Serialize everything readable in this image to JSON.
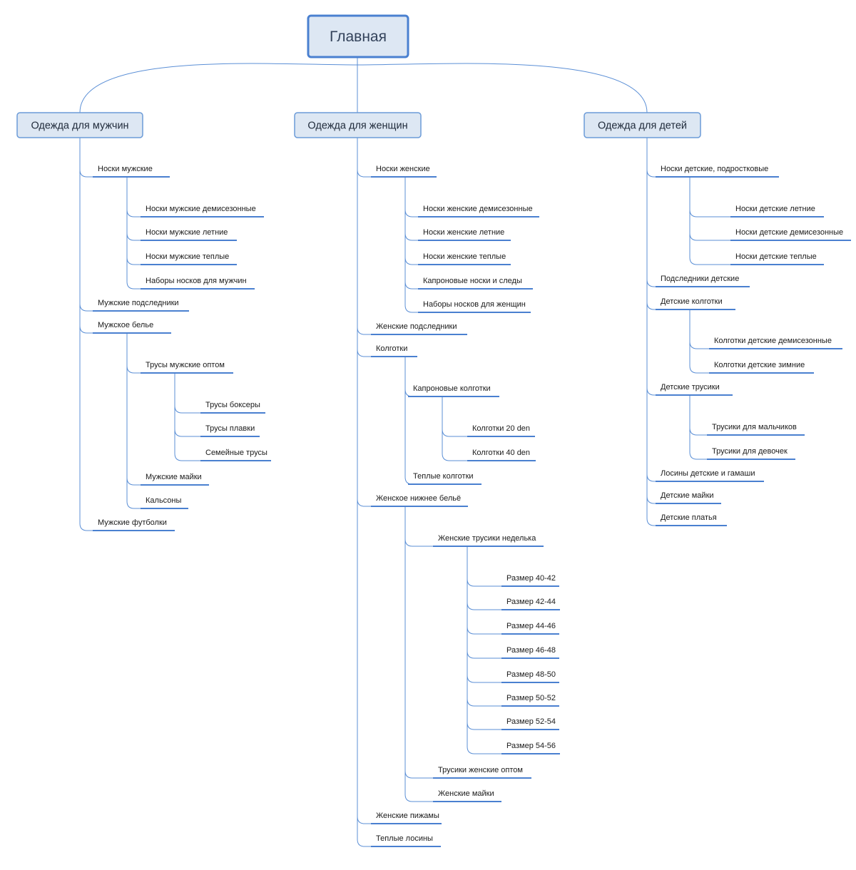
{
  "root": {
    "id": "root",
    "label": "Главная"
  },
  "nodes": [
    {
      "id": "m",
      "label": "Одежда для мужчин"
    },
    {
      "id": "w",
      "label": "Одежда для женщин"
    },
    {
      "id": "k",
      "label": "Одежда для детей"
    },
    {
      "id": "m1",
      "label": "Носки мужские"
    },
    {
      "id": "m1a",
      "label": "Носки мужские демисезонные"
    },
    {
      "id": "m1b",
      "label": "Носки мужские летние"
    },
    {
      "id": "m1c",
      "label": "Носки мужские теплые"
    },
    {
      "id": "m1d",
      "label": "Наборы носков для мужчин"
    },
    {
      "id": "m2",
      "label": "Мужские подследники"
    },
    {
      "id": "m3",
      "label": "Мужское белье"
    },
    {
      "id": "m3a",
      "label": "Трусы мужские оптом"
    },
    {
      "id": "m3a1",
      "label": "Трусы боксеры"
    },
    {
      "id": "m3a2",
      "label": "Трусы плавки"
    },
    {
      "id": "m3a3",
      "label": "Семейные трусы"
    },
    {
      "id": "m3b",
      "label": "Мужские майки"
    },
    {
      "id": "m3c",
      "label": "Кальсоны"
    },
    {
      "id": "m4",
      "label": "Мужские футболки"
    },
    {
      "id": "w1",
      "label": "Носки женские"
    },
    {
      "id": "w1a",
      "label": "Носки женские демисезонные"
    },
    {
      "id": "w1b",
      "label": "Носки женские летние"
    },
    {
      "id": "w1c",
      "label": "Носки женские теплые"
    },
    {
      "id": "w1d",
      "label": "Капроновые носки и следы"
    },
    {
      "id": "w1e",
      "label": "Наборы носков для женщин"
    },
    {
      "id": "w2",
      "label": "Женские подследники"
    },
    {
      "id": "w3",
      "label": "Колготки"
    },
    {
      "id": "w3a",
      "label": "Капроновые колготки"
    },
    {
      "id": "w3a1",
      "label": "Колготки 20 den"
    },
    {
      "id": "w3a2",
      "label": "Колготки 40 den"
    },
    {
      "id": "w3b",
      "label": "Теплые колготки"
    },
    {
      "id": "w4",
      "label": "Женское нижнее бельё"
    },
    {
      "id": "w4a",
      "label": "Женские трусики неделька"
    },
    {
      "id": "w4a1",
      "label": "Размер 40-42"
    },
    {
      "id": "w4a2",
      "label": "Размер 42-44"
    },
    {
      "id": "w4a3",
      "label": "Размер 44-46"
    },
    {
      "id": "w4a4",
      "label": "Размер 46-48"
    },
    {
      "id": "w4a5",
      "label": "Размер 48-50"
    },
    {
      "id": "w4a6",
      "label": "Размер 50-52"
    },
    {
      "id": "w4a7",
      "label": "Размер 52-54"
    },
    {
      "id": "w4a8",
      "label": "Размер 54-56"
    },
    {
      "id": "w4b",
      "label": "Трусики женские оптом"
    },
    {
      "id": "w4c",
      "label": "Женские майки"
    },
    {
      "id": "w5",
      "label": "Женские пижамы"
    },
    {
      "id": "w6",
      "label": "Теплые лосины"
    },
    {
      "id": "k1",
      "label": "Носки детские, подростковые"
    },
    {
      "id": "k1a",
      "label": "Носки детские летние"
    },
    {
      "id": "k1b",
      "label": "Носки детские демисезонные"
    },
    {
      "id": "k1c",
      "label": "Носки детские теплые"
    },
    {
      "id": "k2",
      "label": "Подследники детские"
    },
    {
      "id": "k3",
      "label": "Детские колготки"
    },
    {
      "id": "k3a",
      "label": "Колготки детские демисезонные"
    },
    {
      "id": "k3b",
      "label": "Колготки детские зимние"
    },
    {
      "id": "k4",
      "label": "Детские трусики"
    },
    {
      "id": "k4a",
      "label": "Трусики для мальчиков"
    },
    {
      "id": "k4b",
      "label": "Трусики для девочек"
    },
    {
      "id": "k5",
      "label": "Лосины детские и гамаши"
    },
    {
      "id": "k6",
      "label": "Детские майки"
    },
    {
      "id": "k7",
      "label": "Детские платья"
    }
  ],
  "edges": [
    [
      "root",
      "m"
    ],
    [
      "root",
      "w"
    ],
    [
      "root",
      "k"
    ],
    [
      "m",
      "m1"
    ],
    [
      "m1",
      "m1a"
    ],
    [
      "m1",
      "m1b"
    ],
    [
      "m1",
      "m1c"
    ],
    [
      "m1",
      "m1d"
    ],
    [
      "m",
      "m2"
    ],
    [
      "m",
      "m3"
    ],
    [
      "m3",
      "m3a"
    ],
    [
      "m3a",
      "m3a1"
    ],
    [
      "m3a",
      "m3a2"
    ],
    [
      "m3a",
      "m3a3"
    ],
    [
      "m3",
      "m3b"
    ],
    [
      "m3",
      "m3c"
    ],
    [
      "m",
      "m4"
    ],
    [
      "w",
      "w1"
    ],
    [
      "w1",
      "w1a"
    ],
    [
      "w1",
      "w1b"
    ],
    [
      "w1",
      "w1c"
    ],
    [
      "w1",
      "w1d"
    ],
    [
      "w1",
      "w1e"
    ],
    [
      "w",
      "w2"
    ],
    [
      "w",
      "w3"
    ],
    [
      "w3",
      "w3a"
    ],
    [
      "w3a",
      "w3a1"
    ],
    [
      "w3a",
      "w3a2"
    ],
    [
      "w3",
      "w3b"
    ],
    [
      "w",
      "w4"
    ],
    [
      "w4",
      "w4a"
    ],
    [
      "w4a",
      "w4a1"
    ],
    [
      "w4a",
      "w4a2"
    ],
    [
      "w4a",
      "w4a3"
    ],
    [
      "w4a",
      "w4a4"
    ],
    [
      "w4a",
      "w4a5"
    ],
    [
      "w4a",
      "w4a6"
    ],
    [
      "w4a",
      "w4a7"
    ],
    [
      "w4a",
      "w4a8"
    ],
    [
      "w4",
      "w4b"
    ],
    [
      "w4",
      "w4c"
    ],
    [
      "w",
      "w5"
    ],
    [
      "w",
      "w6"
    ],
    [
      "k",
      "k1"
    ],
    [
      "k1",
      "k1a"
    ],
    [
      "k1",
      "k1b"
    ],
    [
      "k1",
      "k1c"
    ],
    [
      "k",
      "k2"
    ],
    [
      "k",
      "k3"
    ],
    [
      "k3",
      "k3a"
    ],
    [
      "k3",
      "k3b"
    ],
    [
      "k",
      "k4"
    ],
    [
      "k4",
      "k4a"
    ],
    [
      "k4",
      "k4b"
    ],
    [
      "k",
      "k5"
    ],
    [
      "k",
      "k6"
    ],
    [
      "k",
      "k7"
    ]
  ],
  "colors": {
    "line": "#5b8fd6",
    "underline": "#4a80d0",
    "box_fill": "#dde7f3",
    "box_stroke": "#4a80d0"
  }
}
